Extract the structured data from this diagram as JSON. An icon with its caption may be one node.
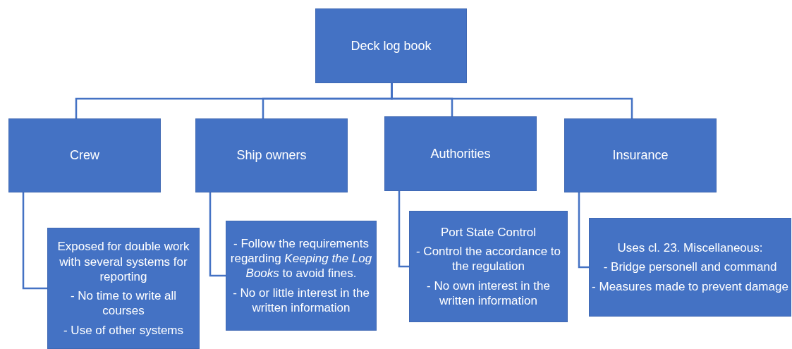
{
  "diagram": {
    "nodes": [
      {
        "text": [
          "Deck log book"
        ]
      },
      {
        "text": [
          "Crew"
        ]
      },
      {
        "text": [
          "Ship owners"
        ]
      },
      {
        "text": [
          "Authorities"
        ]
      },
      {
        "text": [
          "Insurance"
        ]
      },
      {
        "text": [
          "Exposed for double work with several systems for reporting",
          "- No time to write all courses",
          "- Use of other systems"
        ]
      },
      {
        "text": [
          "- Follow the requirements regarding *Keeping the Log Books* to avoid fines.",
          "- No or little interest in the written information"
        ]
      },
      {
        "text": [
          "Port State Control",
          "- Control the accordance to the regulation",
          "- No own interest in the written information"
        ]
      },
      {
        "text": [
          "Uses cl. 23. Miscellaneous:",
          "- Bridge personell and command",
          "- Measures made to prevent damage"
        ]
      }
    ],
    "edges": [
      {
        "from": 0,
        "to": 1,
        "arrow": "none"
      },
      {
        "from": 0,
        "to": 2,
        "arrow": "none"
      },
      {
        "from": 0,
        "to": 3,
        "arrow": "none"
      },
      {
        "from": 0,
        "to": 4,
        "arrow": "none"
      },
      {
        "from": 1,
        "to": 5,
        "arrow": "none"
      },
      {
        "from": 2,
        "to": 6,
        "arrow": "none"
      },
      {
        "from": 3,
        "to": 7,
        "arrow": "none"
      },
      {
        "from": 4,
        "to": 8,
        "arrow": "none"
      }
    ]
  }
}
